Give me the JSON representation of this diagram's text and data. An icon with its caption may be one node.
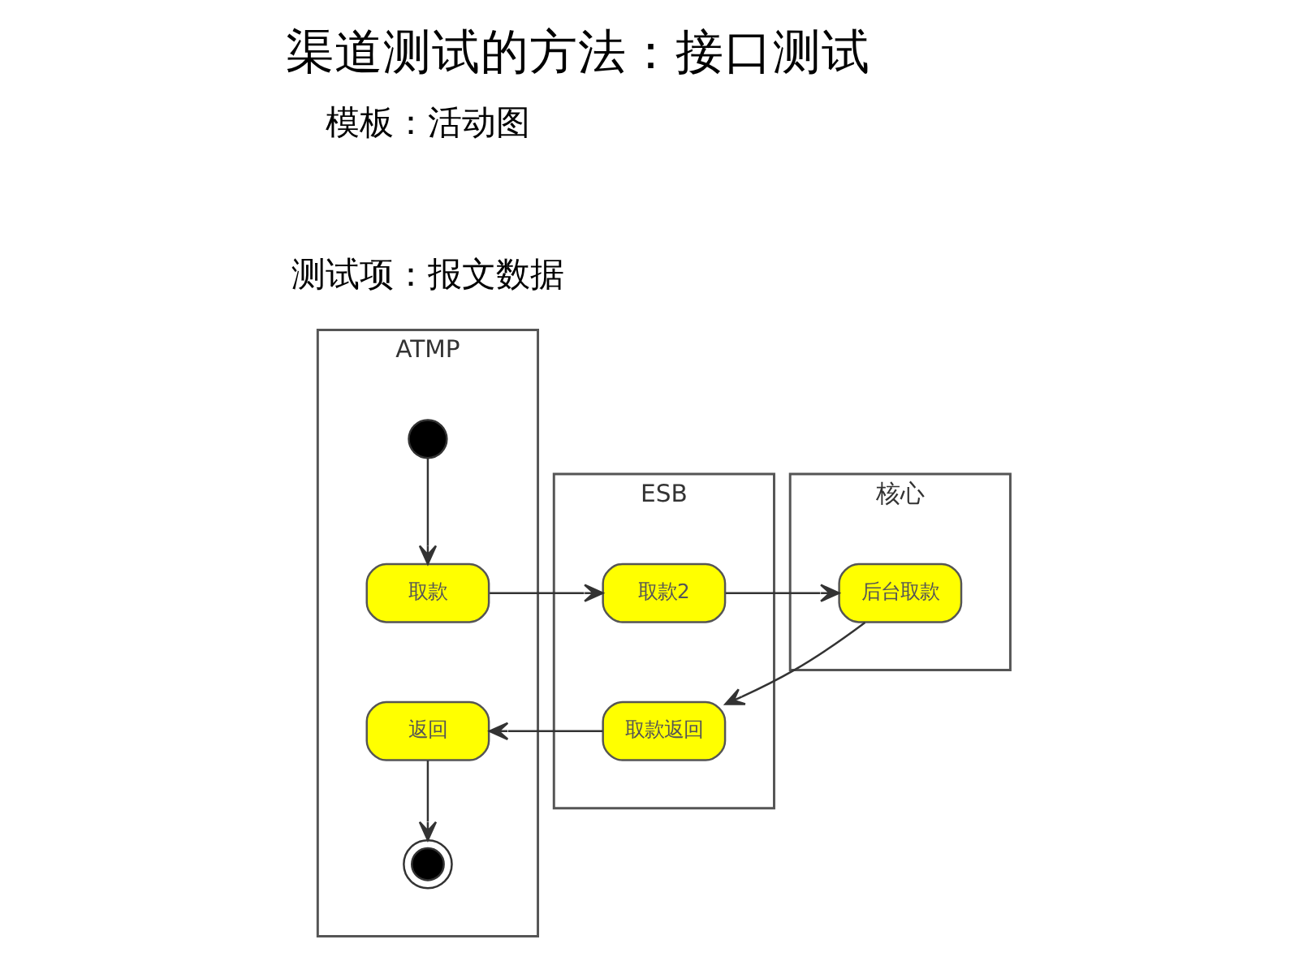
{
  "diagram": {
    "title": "渠道测试的方法：接口测试",
    "nodes": [
      {
        "text": [
          "ATMP"
        ]
      },
      {
        "text": [],
        "shape": "circle",
        "in": 0
      },
      {
        "text": [
          "取款"
        ],
        "in": 0
      },
      {
        "text": [
          "返回"
        ],
        "in": 0
      },
      {
        "text": [],
        "shape": "circle",
        "in": 0
      },
      {
        "text": [
          "ESB"
        ]
      },
      {
        "text": [
          "取款2"
        ],
        "in": 5
      },
      {
        "text": [
          "取款返回"
        ],
        "in": 5
      },
      {
        "text": [
          "核心"
        ]
      },
      {
        "text": [
          "后台取款"
        ],
        "in": 8
      }
    ],
    "edges": [
      {
        "from": 1,
        "to": 2,
        "arrow": "to"
      },
      {
        "from": 2,
        "to": 6,
        "arrow": "to"
      },
      {
        "from": 6,
        "to": 9,
        "arrow": "to"
      },
      {
        "from": 9,
        "to": 7,
        "arrow": "to"
      },
      {
        "from": 7,
        "to": 3,
        "arrow": "to"
      },
      {
        "from": 3,
        "to": 4,
        "arrow": "to"
      }
    ],
    "labels": [
      "模板：活动图",
      "测试项：报文数据"
    ]
  }
}
